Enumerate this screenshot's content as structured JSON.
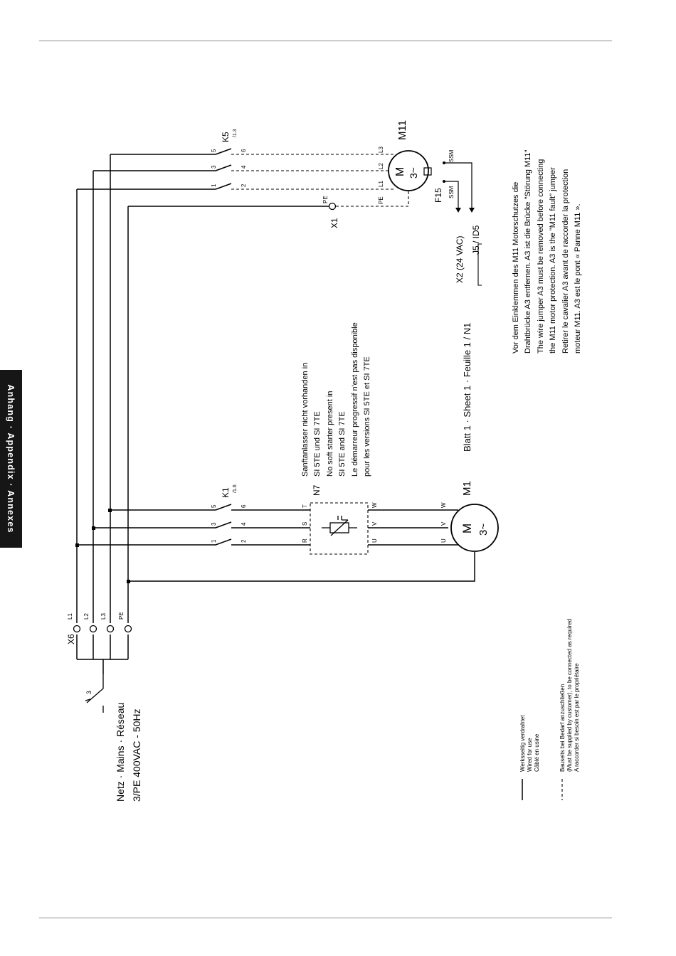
{
  "side_tab": {
    "label": "Anhang · Appendix · Annexes"
  },
  "supply": {
    "title": "Netz · Mains · Réseau",
    "spec": "3/PE 400VAC - 50Hz",
    "switch_poles": "3"
  },
  "terminals": {
    "x6": {
      "name": "X6",
      "pins": [
        "L1",
        "L2",
        "L3",
        "PE"
      ]
    },
    "x1": {
      "name": "X1",
      "pin": "PE"
    }
  },
  "contactor_k1": {
    "name": "K1",
    "ref": "/1.6",
    "pins_top": [
      "1",
      "3",
      "5"
    ],
    "pins_bottom": [
      "2",
      "4",
      "6"
    ]
  },
  "contactor_k5": {
    "name": "K5",
    "ref": "/1.3",
    "pins_top": [
      "1",
      "3",
      "5"
    ],
    "pins_bottom": [
      "2",
      "4",
      "6"
    ]
  },
  "soft_starter": {
    "name": "N7",
    "inputs": [
      "R",
      "S",
      "T"
    ],
    "outputs": [
      "U",
      "V",
      "W"
    ]
  },
  "motor_m1": {
    "name": "M1",
    "symbol": "M",
    "phase": "3~",
    "inputs": [
      "U",
      "V",
      "W"
    ]
  },
  "motor_m11": {
    "name": "M11",
    "symbol": "M",
    "phase": "3~",
    "terminals": [
      "L1",
      "L2",
      "L3",
      "PE"
    ],
    "protection": "F15",
    "ssm_labels": [
      "SSM",
      "SSM"
    ]
  },
  "ssm_output": {
    "connector": "X2 (24 VAC)",
    "target": "J5 / ID5"
  },
  "soft_starter_note": [
    "Sanftanlasser nicht vorhanden in",
    "SI 5TE und SI 7TE",
    "No soft starter present in",
    "SI 5TE and SI 7TE",
    "Le démarreur progressif n'est pas disponible",
    "pour les versions SI 5TE et SI 7TE"
  ],
  "sheet_label": "Blatt 1 · Sheet 1 · Feuille 1  /  N1",
  "jumper_note": [
    "Vor dem Einklemmen des M11 Motorschutzes die",
    "Drahtbrücke A3 entfernen. A3 ist die Brücke \"Störung M11\"",
    "The wire jumper A3 must be removed before connecting",
    "the M11 motor protection. A3 is the \"M11 fault\" jumper",
    "Retirer le cavalier A3 avant de raccorder la protection",
    "moteur M11. A3 est le pont « Panne M11 »."
  ],
  "legend": {
    "factory": [
      "Werksseitig verdrahtet",
      "Wired for use",
      "Câblé en usine"
    ],
    "customer": [
      "Bauseits bei Bedarf anzuschließen",
      "(Must be supplied by customer), to be connected as required",
      "A raccorder si besoin est par le propriétaire"
    ]
  }
}
